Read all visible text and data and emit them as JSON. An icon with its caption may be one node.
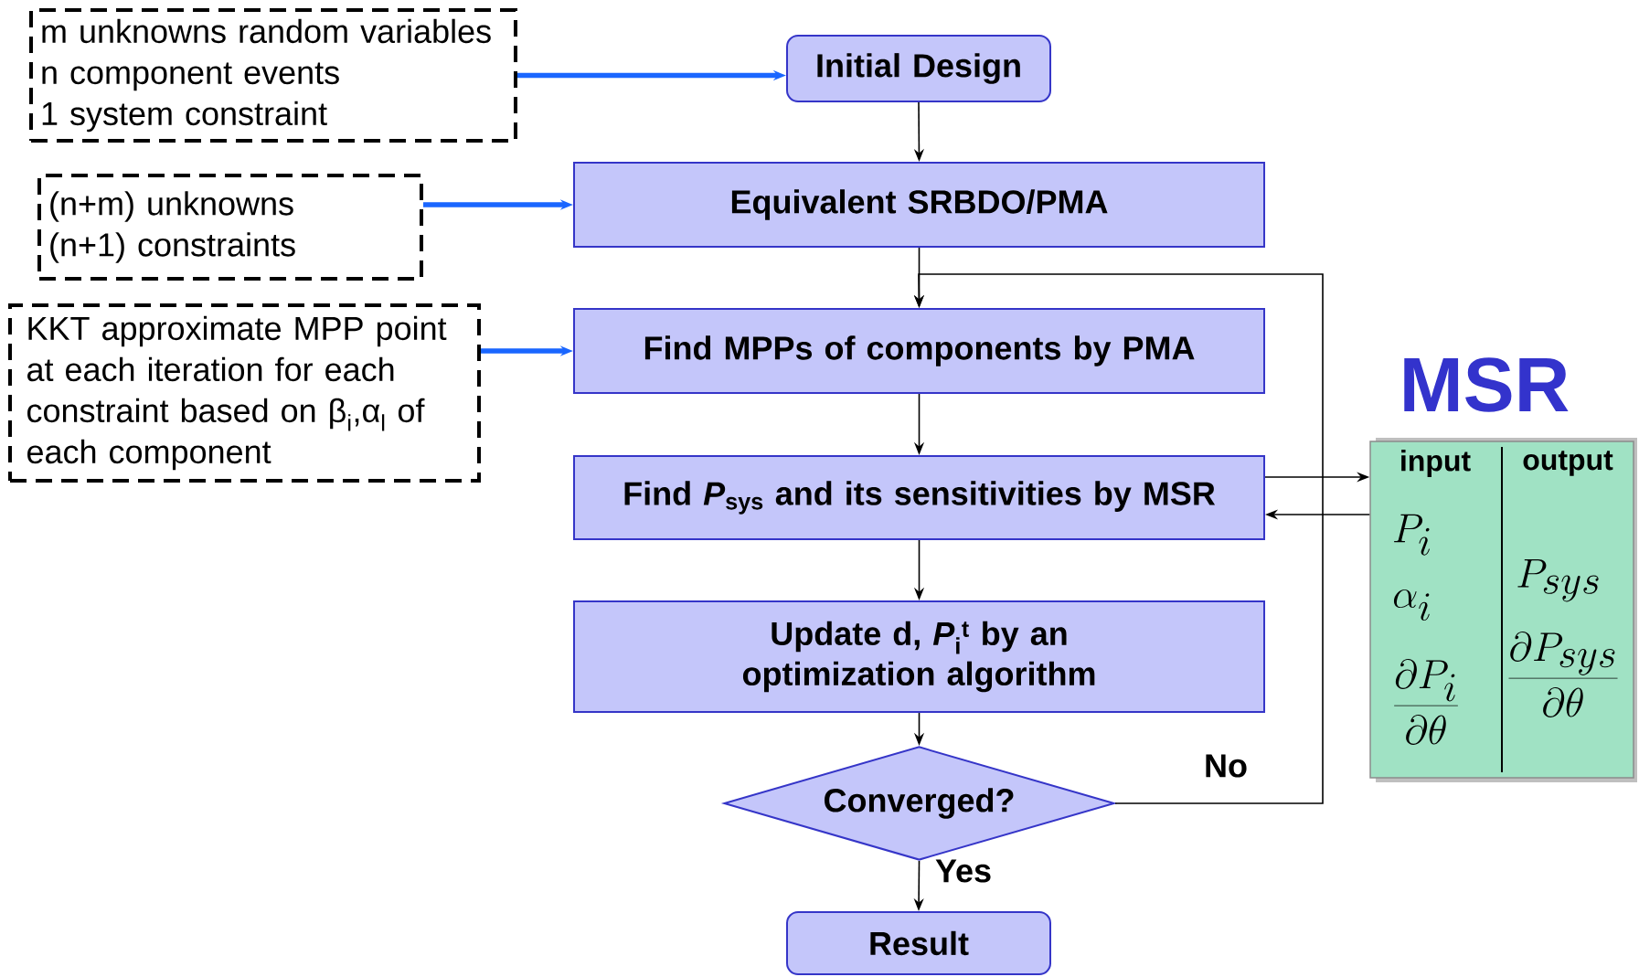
{
  "diagram": {
    "nodes": [
      {
        "text": [
          "m unknowns random variables",
          "n component events",
          "1 system constraint"
        ]
      },
      {
        "text": [
          "(n+m) unknowns",
          "(n+1) constraints"
        ]
      },
      {
        "text": [
          "KKT approximate MPP point at each iteration for each constraint based on β$_{i}$,α$_{l}$ of each component"
        ]
      },
      {
        "text": [
          "Initial Design"
        ]
      },
      {
        "text": [
          "Equivalent SRBDO/PMA"
        ]
      },
      {
        "text": [
          "Find MPPs of components by PMA"
        ]
      },
      {
        "text": [
          "Find *P*$_{sys}$ and its sensitivities by MSR"
        ]
      },
      {
        "text": [
          "Update d, *P*$_{i}$$^{t}$ by an optimization algorithm"
        ]
      },
      {
        "text": [
          "Converged?"
        ]
      },
      {
        "text": [
          "Result"
        ]
      },
      {
        "text": [
          "MSR",
          "input",
          "output",
          "P_i",
          "\\alpha_i",
          "\\frac{\\partial P_i}{\\partial \\theta}",
          "P_{sys}",
          "\\frac{\\partial P_{sys}}{\\partial \\theta}"
        ]
      }
    ],
    "edges": [
      {
        "from": 0,
        "to": 3,
        "arrow": "to",
        "style": "thick",
        "color": "#1a66ff"
      },
      {
        "from": 1,
        "to": 4,
        "arrow": "to",
        "style": "thick",
        "color": "#1a66ff"
      },
      {
        "from": 2,
        "to": 5,
        "arrow": "to",
        "style": "thick",
        "color": "#1a66ff"
      },
      {
        "from": 3,
        "to": 4,
        "arrow": "to"
      },
      {
        "from": 4,
        "to": 5,
        "arrow": "to"
      },
      {
        "from": 5,
        "to": 6,
        "arrow": "to"
      },
      {
        "from": 6,
        "to": 7,
        "arrow": "to"
      },
      {
        "from": 7,
        "to": 8,
        "arrow": "to"
      },
      {
        "from": 8,
        "to": 9,
        "arrow": "to",
        "label": "Yes"
      },
      {
        "from": 8,
        "to": 5,
        "arrow": "to",
        "label": "No"
      },
      {
        "from": 6,
        "to": 10,
        "arrow": "to"
      },
      {
        "from": 10,
        "to": 6,
        "arrow": "to"
      }
    ]
  }
}
